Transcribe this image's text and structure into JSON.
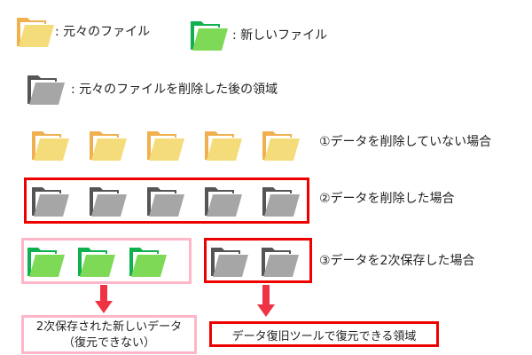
{
  "legend": {
    "original": ": 元々のファイル",
    "new": ": 新しいファイル",
    "deleted": ": 元々のファイルを削除した後の領域"
  },
  "cases": {
    "case1": "①データを削除していない場合",
    "case2": "②データを削除した場合",
    "case3": "③データを2次保存した場合"
  },
  "callouts": {
    "new_data_line1": "2次保存された新しいデータ",
    "new_data_line2": "（復元できない）",
    "recoverable": "データ復旧ツールで復元できる領域"
  },
  "colors": {
    "original_back": "#f0b050",
    "original_front": "#f5dc7a",
    "new_back": "#10b050",
    "new_front": "#7ed957",
    "deleted_back": "#555555",
    "deleted_front": "#a6a6a6",
    "red": "#ee0000",
    "pink": "#ffb6c8",
    "arrow": "#ee3344"
  }
}
